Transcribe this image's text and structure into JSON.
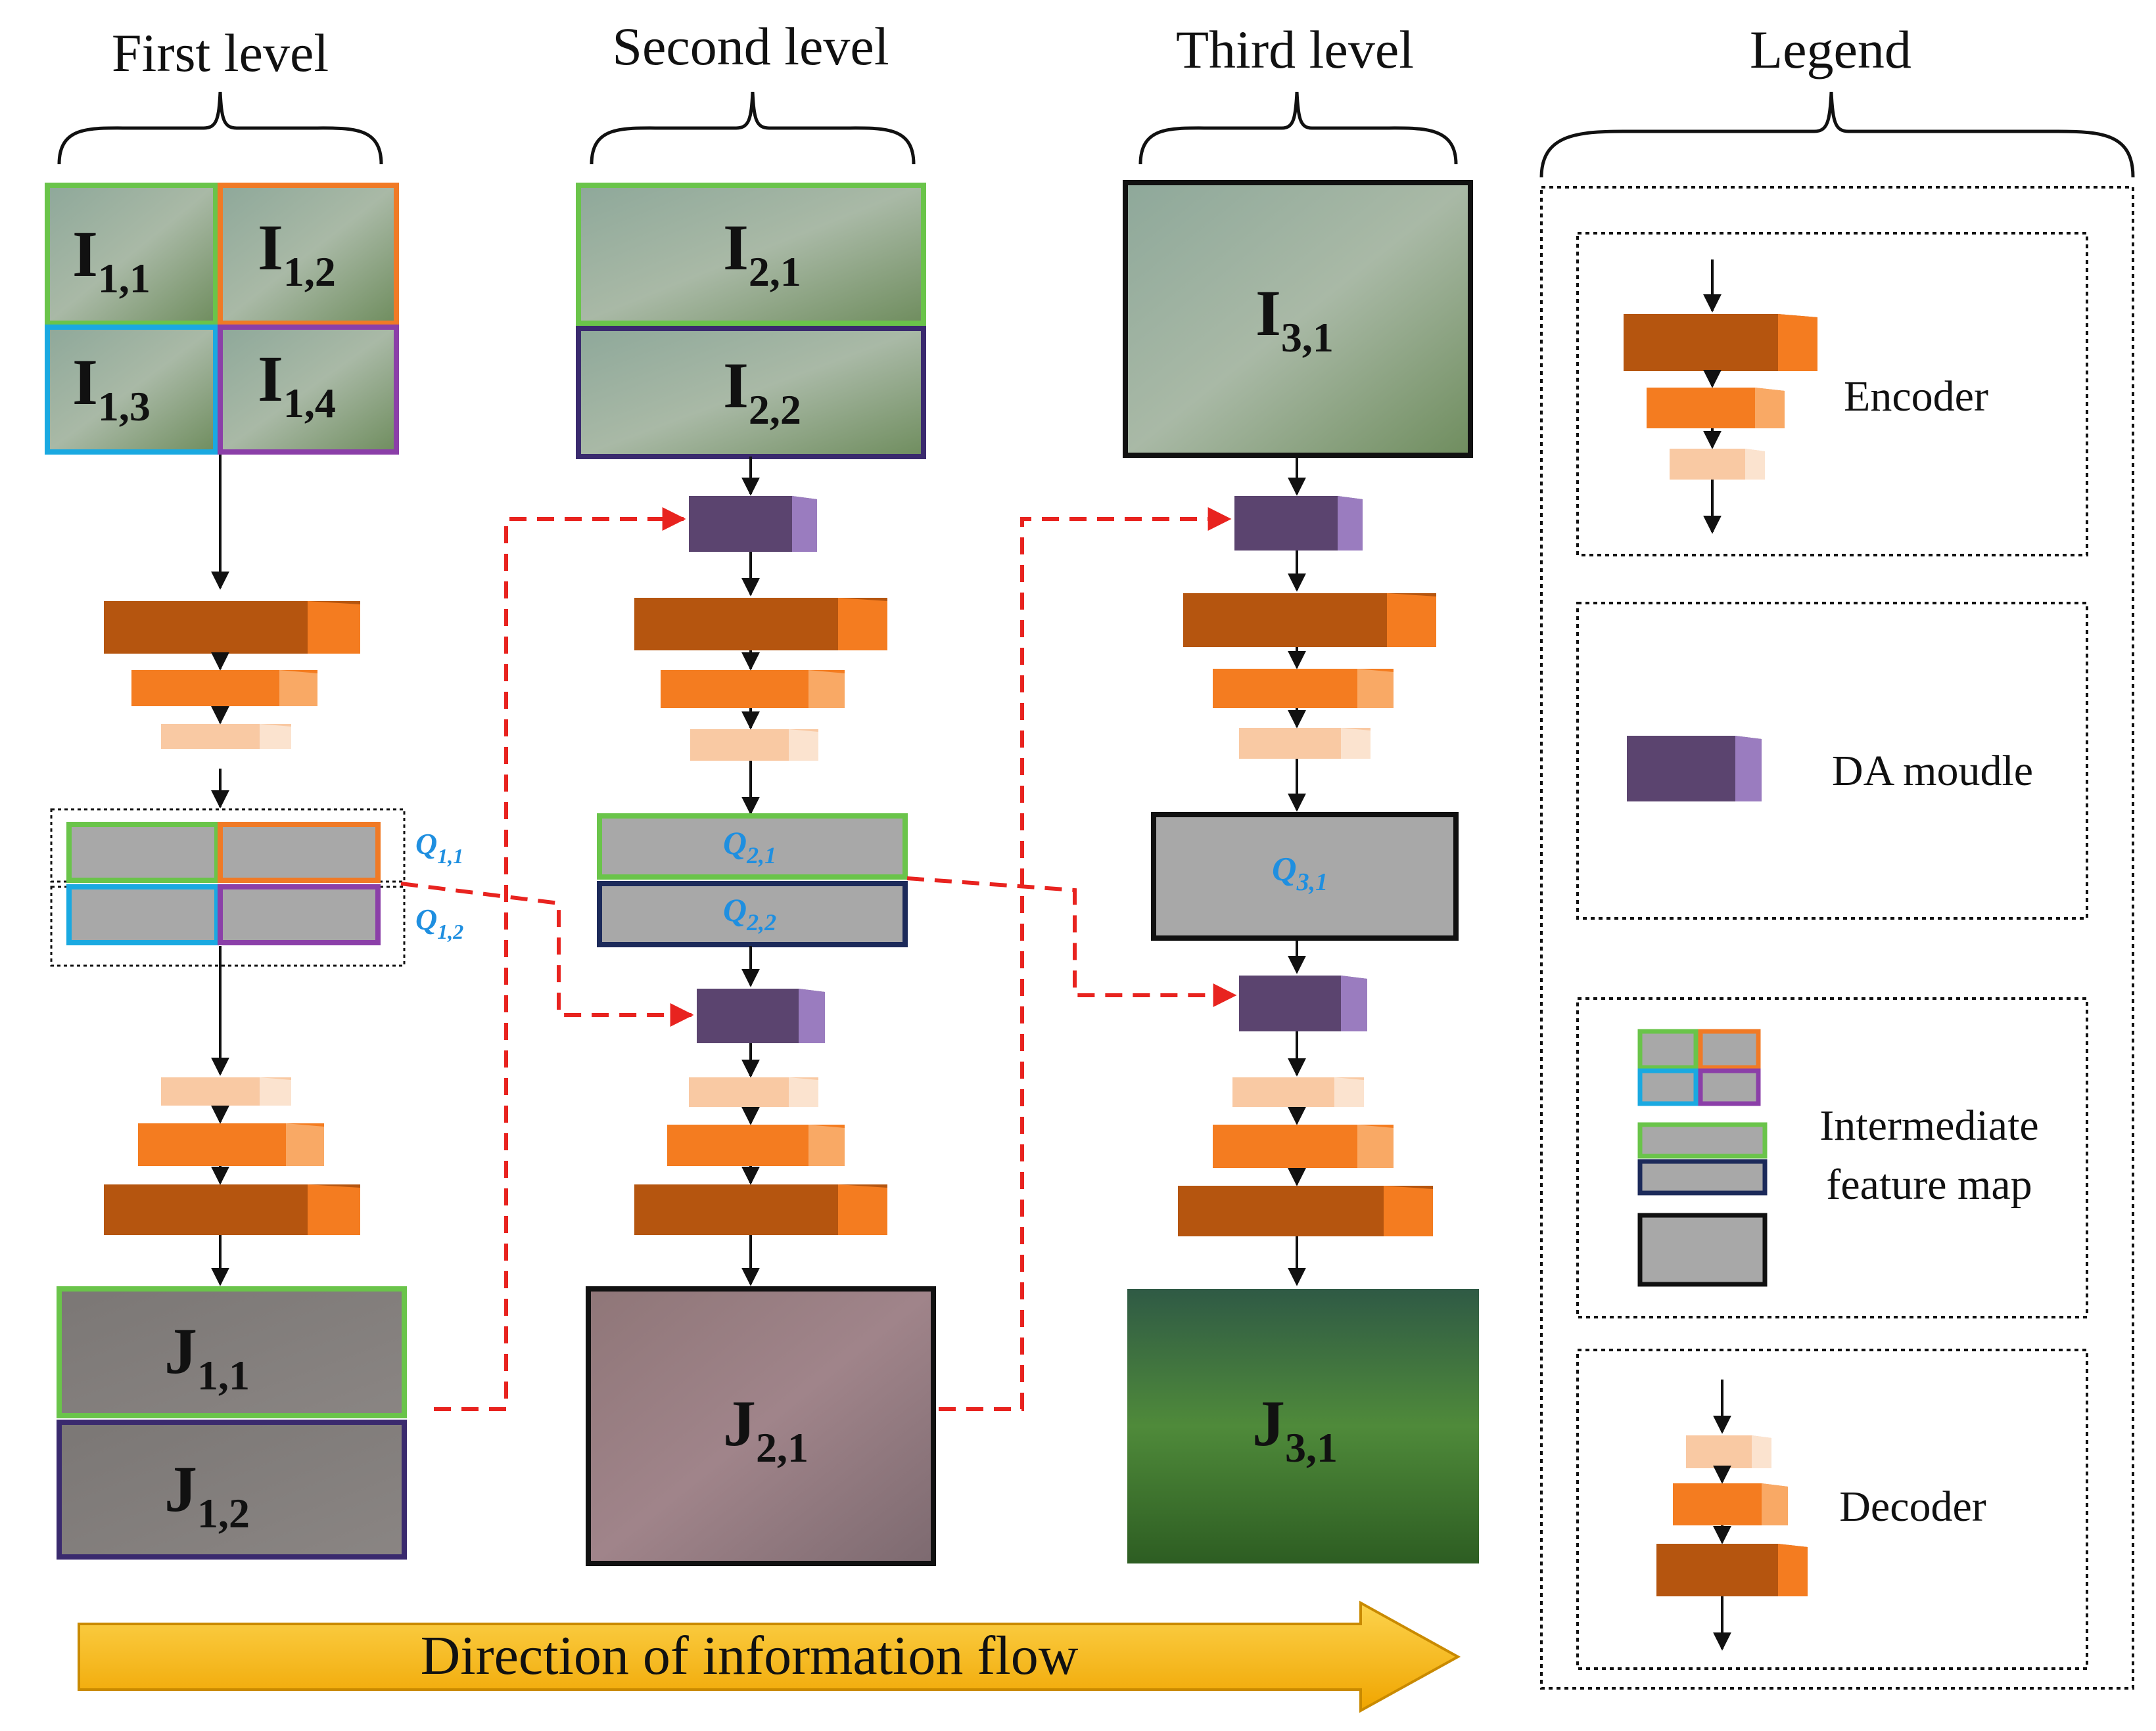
{
  "levels": {
    "first": "First level",
    "second": "Second level",
    "third": "Third level",
    "legend": "Legend"
  },
  "images": {
    "i11": {
      "main": "I",
      "sub": "1,1"
    },
    "i12": {
      "main": "I",
      "sub": "1,2"
    },
    "i13": {
      "main": "I",
      "sub": "1,3"
    },
    "i14": {
      "main": "I",
      "sub": "1,4"
    },
    "i21": {
      "main": "I",
      "sub": "2,1"
    },
    "i22": {
      "main": "I",
      "sub": "2,2"
    },
    "i31": {
      "main": "I",
      "sub": "3,1"
    },
    "j11": {
      "main": "J",
      "sub": "1,1"
    },
    "j12": {
      "main": "J",
      "sub": "1,2"
    },
    "j21": {
      "main": "J",
      "sub": "2,1"
    },
    "j31": {
      "main": "J",
      "sub": "3,1"
    }
  },
  "features": {
    "q11": {
      "main": "Q",
      "sub": "1,1"
    },
    "q12": {
      "main": "Q",
      "sub": "1,2"
    },
    "q21": {
      "main": "Q",
      "sub": "2,1"
    },
    "q22": {
      "main": "Q",
      "sub": "2,2"
    },
    "q31": {
      "main": "Q",
      "sub": "3,1"
    }
  },
  "legend": {
    "encoder": "Encoder",
    "da_module": "DA moudle",
    "intermediate_1": "Intermediate",
    "intermediate_2": "feature map",
    "decoder": "Decoder"
  },
  "flow_label": "Direction of information flow",
  "colors": {
    "enc_dark": "#b5550f",
    "enc_mid": "#f47c20",
    "enc_light": "#f9c9a3",
    "da_module": "#5b446f",
    "feature_gray": "#a8a8a8",
    "green": "#6ac44a",
    "orange": "#f07a26",
    "cyan": "#1aa9e1",
    "purple": "#8b3fa8",
    "navy": "#1c2a5a",
    "q_text": "#1f8fe0",
    "dashed_red": "#e8231f",
    "arrow_gold": "#f4b400"
  }
}
